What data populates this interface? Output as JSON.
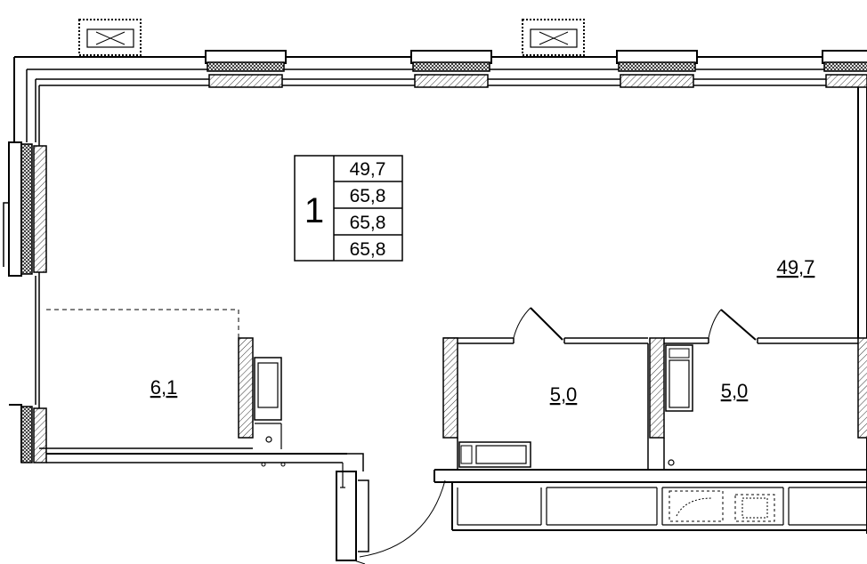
{
  "info_box": {
    "apartment_number": "1",
    "values": [
      "49,7",
      "65,8",
      "65,8",
      "65,8"
    ]
  },
  "rooms": {
    "main_area": "49,7",
    "left_room_area": "6,1",
    "bathroom_1_area": "5,0",
    "bathroom_2_area": "5,0"
  },
  "colors": {
    "line": "#000000",
    "background": "#ffffff"
  }
}
